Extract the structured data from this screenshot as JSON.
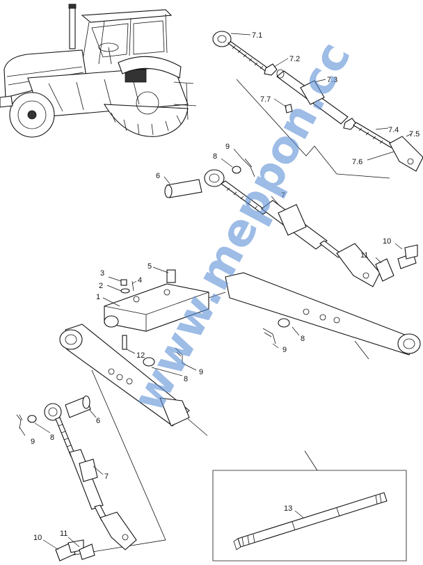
{
  "watermark": "www.meppon.cc",
  "labels": {
    "l71": "7.1",
    "l72": "7.2",
    "l73": "7.3",
    "l77": "7.7",
    "l74": "7.4",
    "l75": "7.5",
    "l76": "7.6",
    "r9": "9",
    "r8": "8",
    "r6": "6",
    "r7": "7",
    "r10": "10",
    "r11": "11",
    "c3": "3",
    "c2": "2",
    "c4": "4",
    "c5": "5",
    "c1": "1",
    "c12": "12",
    "m8a": "8",
    "m9a": "9",
    "m9b": "9",
    "m8b": "8",
    "b9": "9",
    "b8": "8",
    "b6": "6",
    "b7": "7",
    "b10": "10",
    "b11": "11",
    "p13": "13"
  },
  "colors": {
    "line": "#111111",
    "watermark": "#5b8fd6"
  }
}
